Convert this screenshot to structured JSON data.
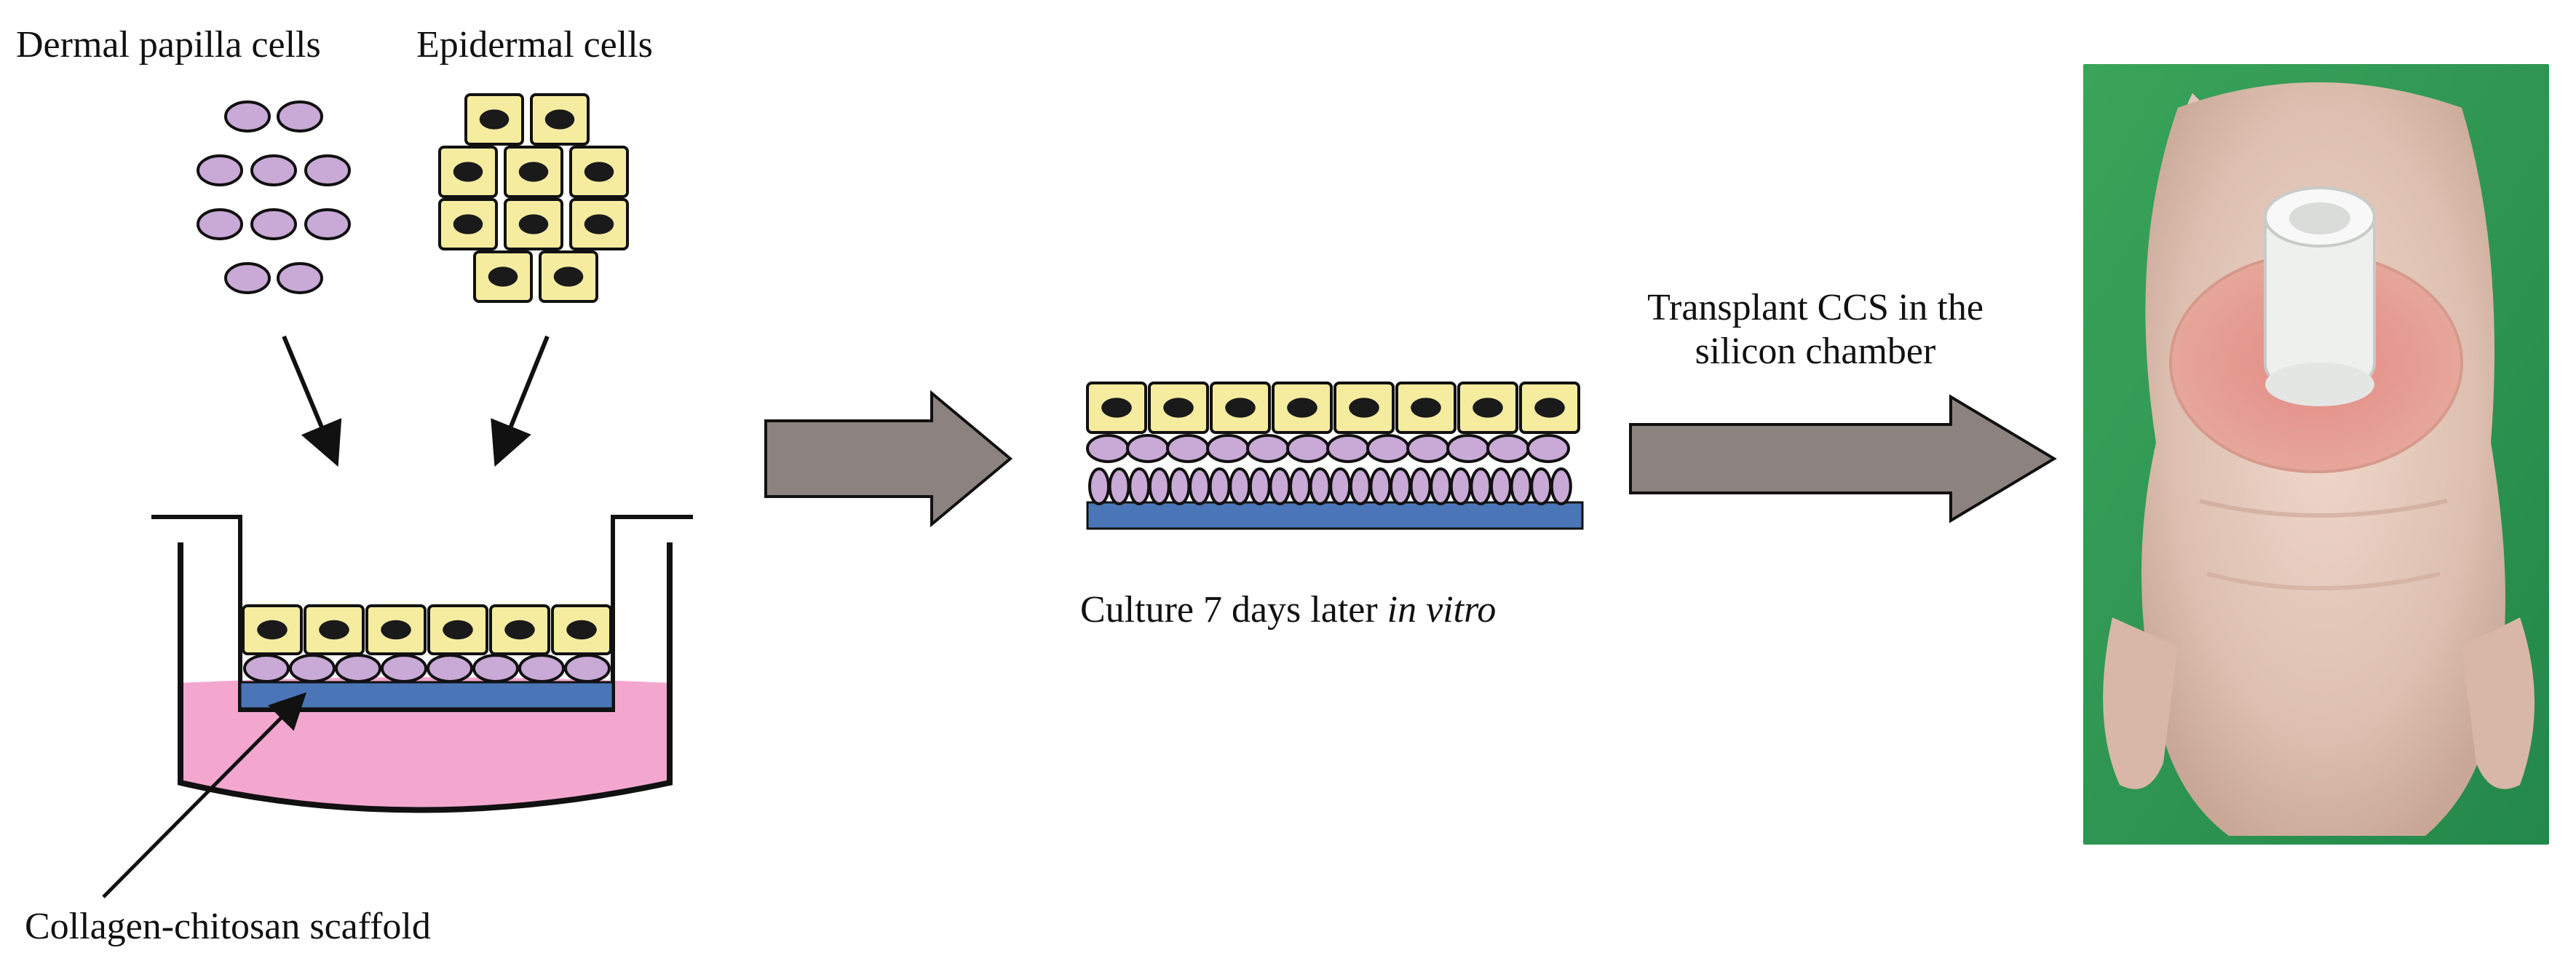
{
  "labels": {
    "dermal_papilla": "Dermal papilla cells",
    "epidermal": "Epidermal cells",
    "scaffold": "Collagen-chitosan scaffold",
    "culture_prefix": "Culture 7 days later ",
    "culture_italic": "in vitro",
    "transplant_line1": "Transplant CCS in the",
    "transplant_line2": "silicon chamber"
  },
  "colors": {
    "dermal_cell_fill": "#c9a9d6",
    "epidermal_cell_fill": "#f5eca0",
    "nucleus": "#1a1a1a",
    "scaffold_blue": "#4a76b8",
    "medium_pink": "#f3a7cf",
    "arrow_gray": "#8c8280",
    "photo_green": "#2e9a50"
  },
  "icons": {
    "step_arrow": "block-arrow-right",
    "photo": "mouse-with-silicon-chamber-photo"
  }
}
